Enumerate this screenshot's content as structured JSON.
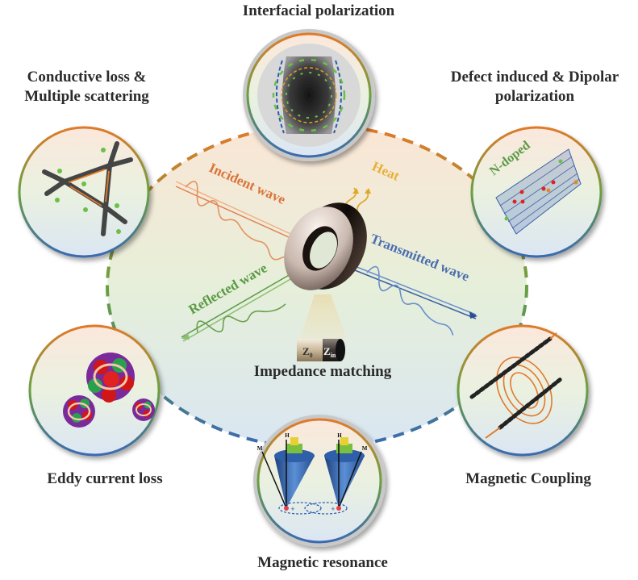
{
  "labels": {
    "interfacial": "Interfacial polarization",
    "conductive_line1": "Conductive loss &",
    "conductive_line2": "Multiple  scattering",
    "defect_line1": "Defect induced & Dipolar",
    "defect_line2": "polarization",
    "eddy": "Eddy current loss",
    "coupling": "Magnetic Coupling",
    "resonance": "Magnetic resonance",
    "impedance": "Impedance matching"
  },
  "center": {
    "incident": "Incident wave",
    "heat": "Heat",
    "transmitted": "Transmitted wave",
    "reflected": "Reflected wave",
    "z0_main": "Z",
    "z0_sub": "0",
    "zin_main": "Z",
    "zin_sub": "in"
  },
  "insets": {
    "n_doped": "N-doped",
    "field_h": "H",
    "moment_m": "M",
    "plus": "+"
  },
  "colors": {
    "incident": "#d9733a",
    "heat": "#e5b23a",
    "transmitted": "#4a6fb0",
    "reflected": "#5a9a45",
    "ring_orange": "#e07a2a",
    "ring_green": "#5a9a45",
    "ring_blue": "#3a6ab0"
  }
}
